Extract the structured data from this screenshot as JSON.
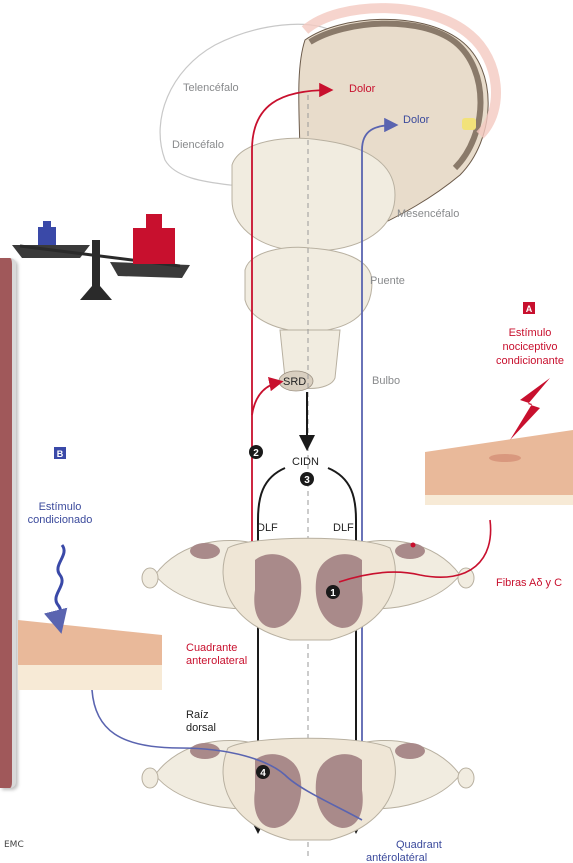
{
  "labels": {
    "telencefalo": "Telencéfalo",
    "diencefalo": "Diencéfalo",
    "mesencefalo": "Mesencéfalo",
    "puente": "Puente",
    "bulbo": "Bulbo",
    "dolor_red": "Dolor",
    "dolor_blue": "Dolor",
    "srd": "SRD",
    "cidn": "CIDN",
    "dlf_left": "DLF",
    "dlf_right": "DLF",
    "cuadrante_1": "Cuadrante",
    "cuadrante_2": "anterolateral",
    "raiz_1": "Raíz",
    "raiz_2": "dorsal",
    "quadrant_1": "Quadrant",
    "quadrant_2": "antérolatéral",
    "fibras": "Fibras Aδ y C",
    "badge_a": "A",
    "estimulo_a_1": "Estímulo",
    "estimulo_a_2": "nociceptivo",
    "estimulo_a_3": "condicionante",
    "badge_b": "B",
    "estimulo_b_1": "Estímulo",
    "estimulo_b_2": "condicionado",
    "n1": "1",
    "n2": "2",
    "n3": "3",
    "n4": "4",
    "logo": "EMC"
  },
  "colors": {
    "red_path": "#c8102e",
    "blue_path": "#5a64b0",
    "black_path": "#1a1a1a",
    "tissue": "#f1ece0",
    "grey_matter": "#a98a8a",
    "skin": "#e9b99a",
    "panel": "#a0585a"
  }
}
